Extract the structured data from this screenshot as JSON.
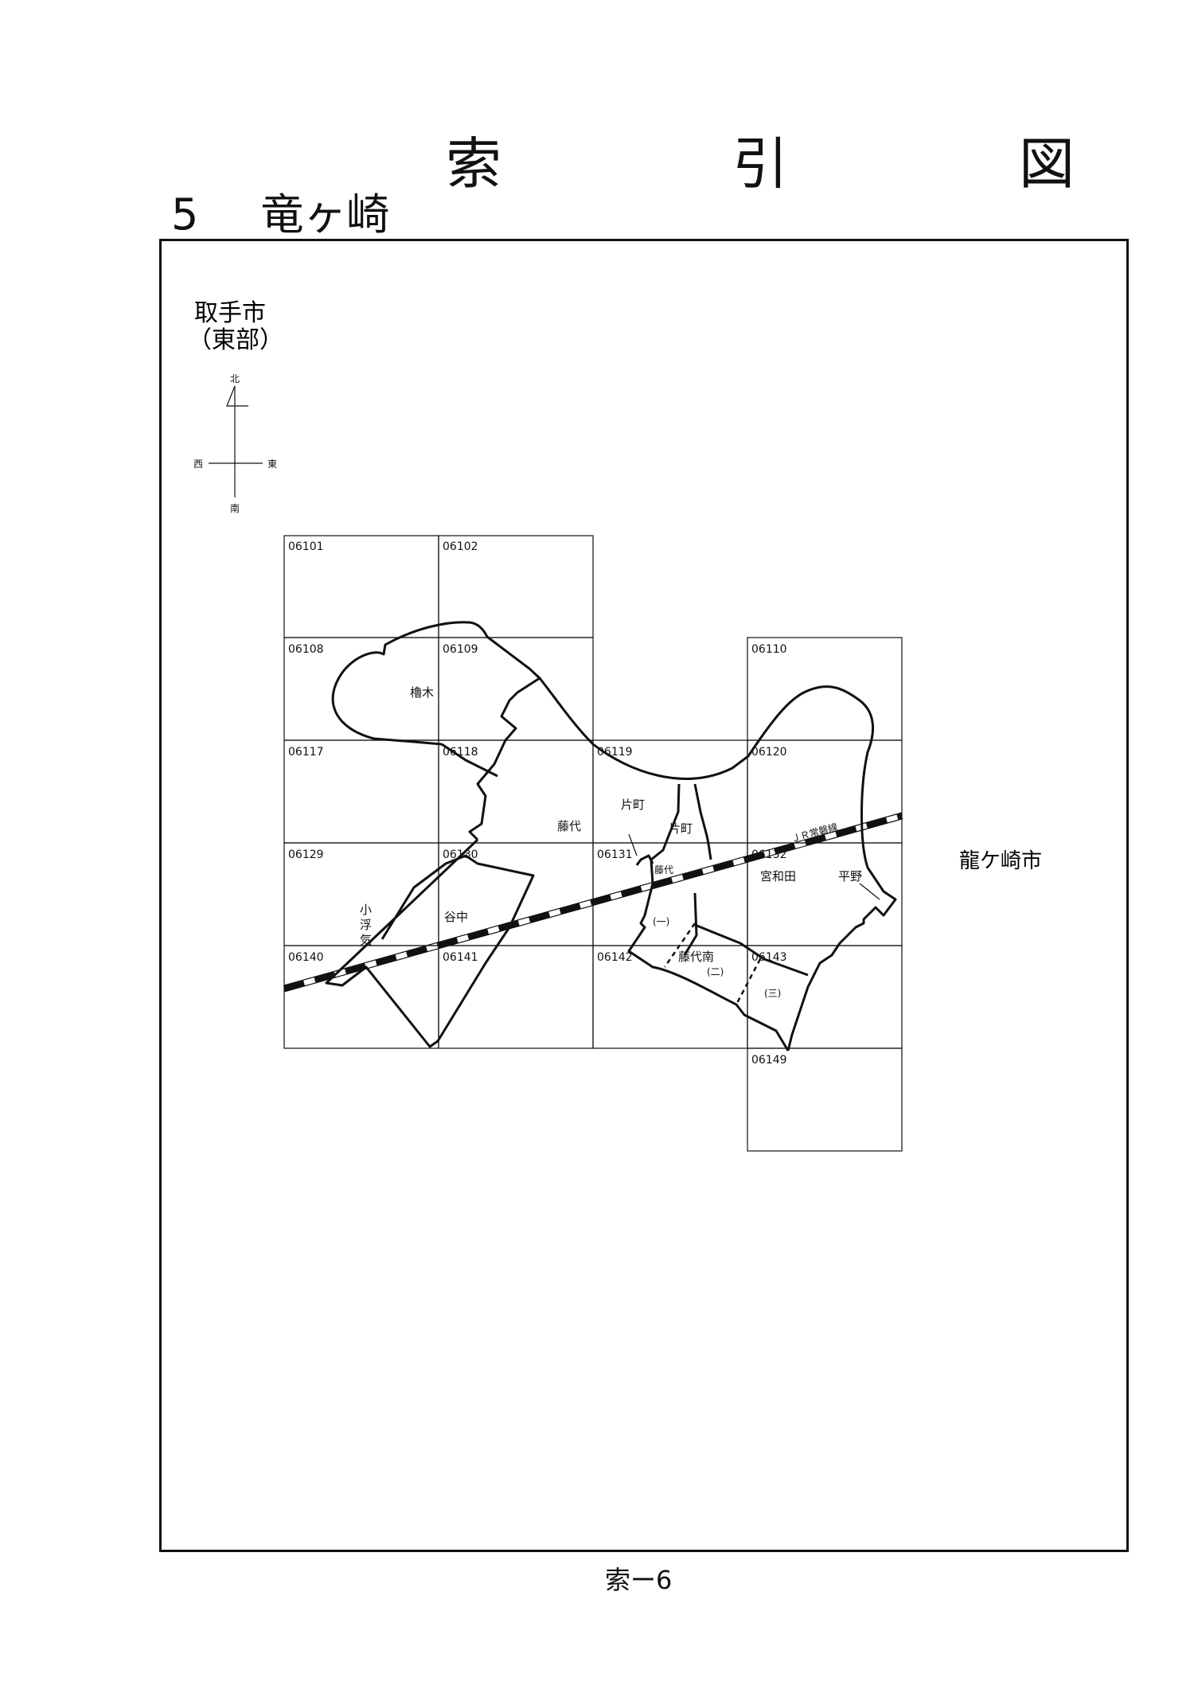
{
  "title": "索　引　図",
  "section": {
    "number": "5",
    "name": "竜ヶ崎"
  },
  "neighbor_west": {
    "line1": "取手市",
    "line2": "（東部）"
  },
  "neighbor_east": "龍ケ崎市",
  "compass": {
    "north": "北",
    "south": "南",
    "west": "西",
    "east": "東"
  },
  "grid_cells": [
    {
      "id": "06101"
    },
    {
      "id": "06102"
    },
    {
      "id": "06108"
    },
    {
      "id": "06109"
    },
    {
      "id": "06110"
    },
    {
      "id": "06117"
    },
    {
      "id": "06118"
    },
    {
      "id": "06119"
    },
    {
      "id": "06120"
    },
    {
      "id": "06129"
    },
    {
      "id": "06130"
    },
    {
      "id": "06131"
    },
    {
      "id": "06132"
    },
    {
      "id": "06140"
    },
    {
      "id": "06141"
    },
    {
      "id": "06142"
    },
    {
      "id": "06143"
    },
    {
      "id": "06149"
    }
  ],
  "areas": {
    "yuzuriki": "櫓木",
    "fujishiro": "藤代",
    "katamachi_1": "片町",
    "katamachi_2": "片町",
    "fujishiro_small": "藤代",
    "miyawada": "宮和田",
    "hirano": "平野",
    "yanaka": "谷中",
    "koukeki": [
      "小",
      "浮",
      "気"
    ],
    "fujishiro_minami": "藤代南",
    "sub_1": "(一)",
    "sub_2": "(二)",
    "sub_3": "(三)"
  },
  "railway": "ＪＲ常磐線",
  "footer": "索ー6"
}
